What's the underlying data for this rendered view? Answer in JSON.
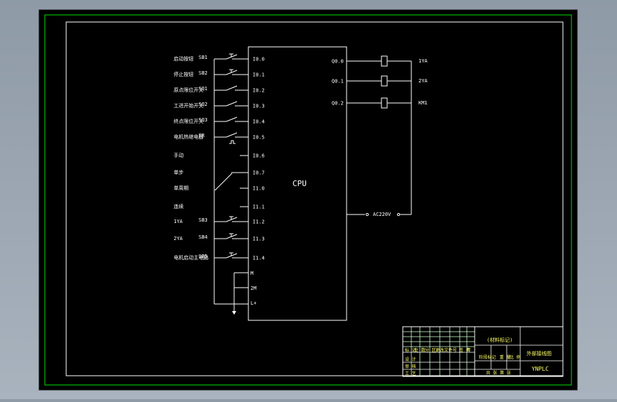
{
  "diagram": {
    "cpu_label": "CPU",
    "inputs": [
      {
        "label": "启动按钮",
        "code": "SB1",
        "port": "I0.0",
        "contact": "pushbutton"
      },
      {
        "label": "停止按钮",
        "code": "SB2",
        "port": "I0.1",
        "contact": "pushbutton"
      },
      {
        "label": "原点限位开关",
        "code": "SQ1",
        "port": "I0.2",
        "contact": "switch"
      },
      {
        "label": "工进开始开关",
        "code": "SQ2",
        "port": "I0.3",
        "contact": "switch"
      },
      {
        "label": "终点限位开关",
        "code": "SQ3",
        "port": "I0.4",
        "contact": "switch"
      },
      {
        "label": "电机热继电器",
        "code": "FR",
        "port": "I0.5",
        "contact": "thermal"
      },
      {
        "label": "手动",
        "code": "",
        "port": "I0.6",
        "contact": "none"
      },
      {
        "label": "单步",
        "code": "",
        "port": "I0.7",
        "contact": "selector"
      },
      {
        "label": "单周期",
        "code": "",
        "port": "I1.0",
        "contact": "none"
      },
      {
        "label": "连续",
        "code": "",
        "port": "I1.1",
        "contact": "none"
      },
      {
        "label": "1YA",
        "code": "SB3",
        "port": "I1.2",
        "contact": "pushbutton"
      },
      {
        "label": "2YA",
        "code": "SB4",
        "port": "I1.3",
        "contact": "pushbutton"
      },
      {
        "label": "电机启动主电路",
        "code": "SB5",
        "port": "I1.4",
        "contact": "pushbutton"
      }
    ],
    "power_ports": [
      "M",
      "2M",
      "L+"
    ],
    "outputs": [
      {
        "port": "Q0.0",
        "load": "1YA"
      },
      {
        "port": "Q0.1",
        "load": "2YA"
      },
      {
        "port": "Q0.2",
        "load": "KM1"
      }
    ],
    "supply_label": "AC220V"
  },
  "title_block": {
    "material_note": "(材料标记)",
    "drawing_title": "外部接线图",
    "drawing_code": "YNPLC",
    "row_labels": [
      "标 记",
      "处 数",
      "分 区",
      "更改文件号",
      "签 名",
      "年",
      "设 计",
      "审 核",
      "工 艺"
    ],
    "stage_labels": [
      "阶段标记",
      "重 量",
      "比 例"
    ],
    "sheet_label": "共 张 第 张"
  }
}
